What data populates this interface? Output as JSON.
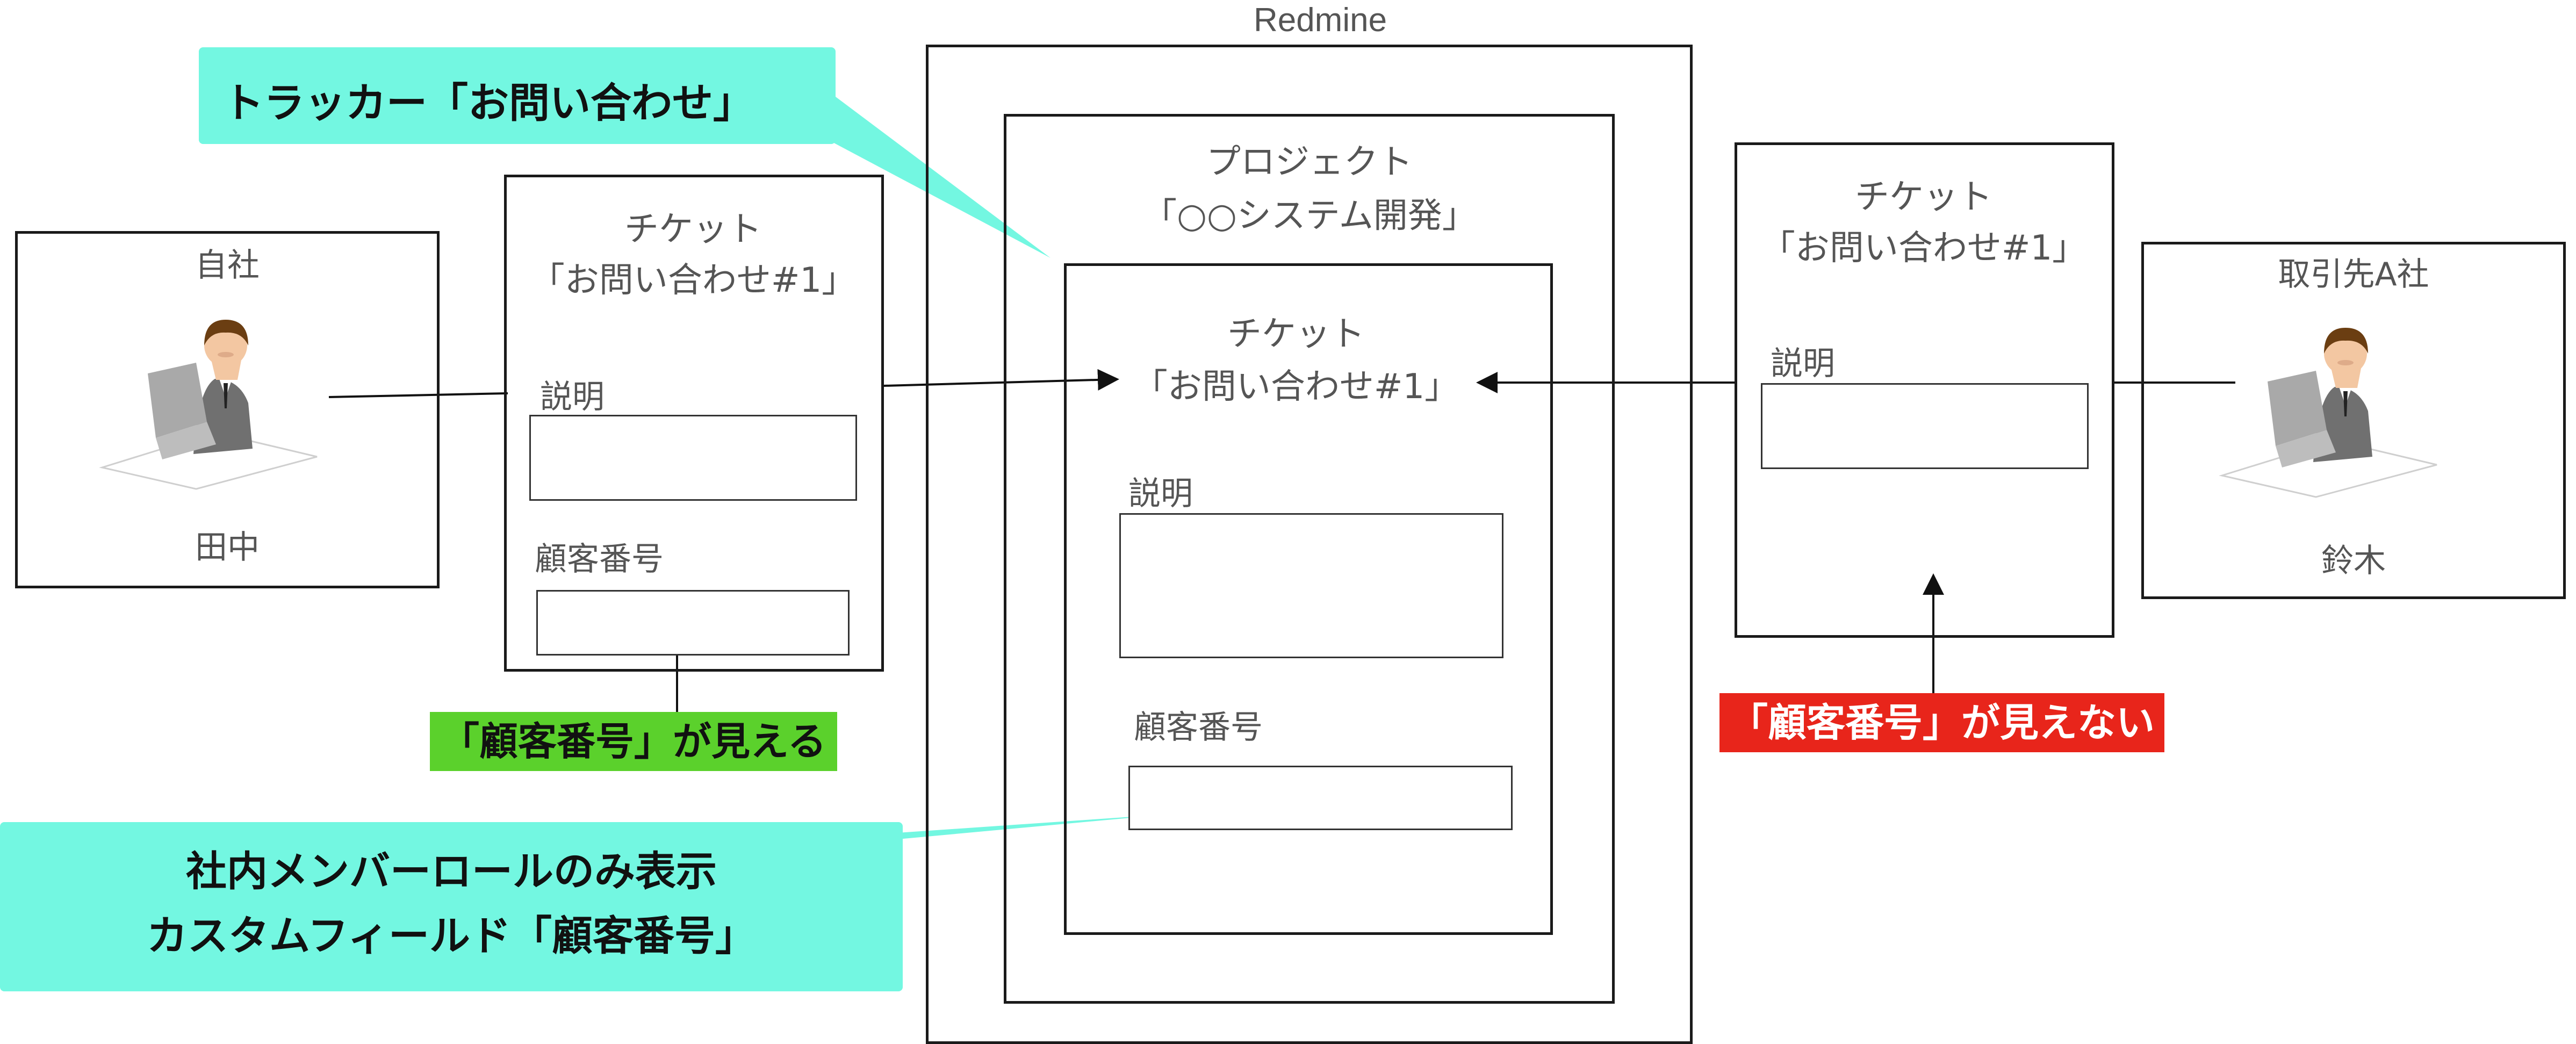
{
  "redmine_label": "Redmine",
  "project": {
    "line1": "プロジェクト",
    "line2": "「○○システム開発」"
  },
  "tracker_callout": "トラッカー「お問い合わせ」",
  "custom_field_callout": {
    "line1": "社内メンバーロールのみ表示",
    "line2": "カスタムフィールド「顧客番号」"
  },
  "own_company": {
    "label": "自社",
    "person": "田中"
  },
  "client_company": {
    "label": "取引先A社",
    "person": "鈴木"
  },
  "ticket_left": {
    "title": "チケット",
    "subtitle": "「お問い合わせ#1」",
    "description_label": "説明",
    "customer_number_label": "顧客番号"
  },
  "ticket_center": {
    "title": "チケット",
    "subtitle": "「お問い合わせ#1」",
    "description_label": "説明",
    "customer_number_label": "顧客番号"
  },
  "ticket_right": {
    "title": "チケット",
    "subtitle": "「お問い合わせ#1」",
    "description_label": "説明"
  },
  "visible_badge": "「顧客番号」が見える",
  "invisible_badge": "「顧客番号」が見えない",
  "colors": {
    "callout": "#73f7e1",
    "visible": "#5bd12c",
    "invisible": "#e8251b"
  }
}
